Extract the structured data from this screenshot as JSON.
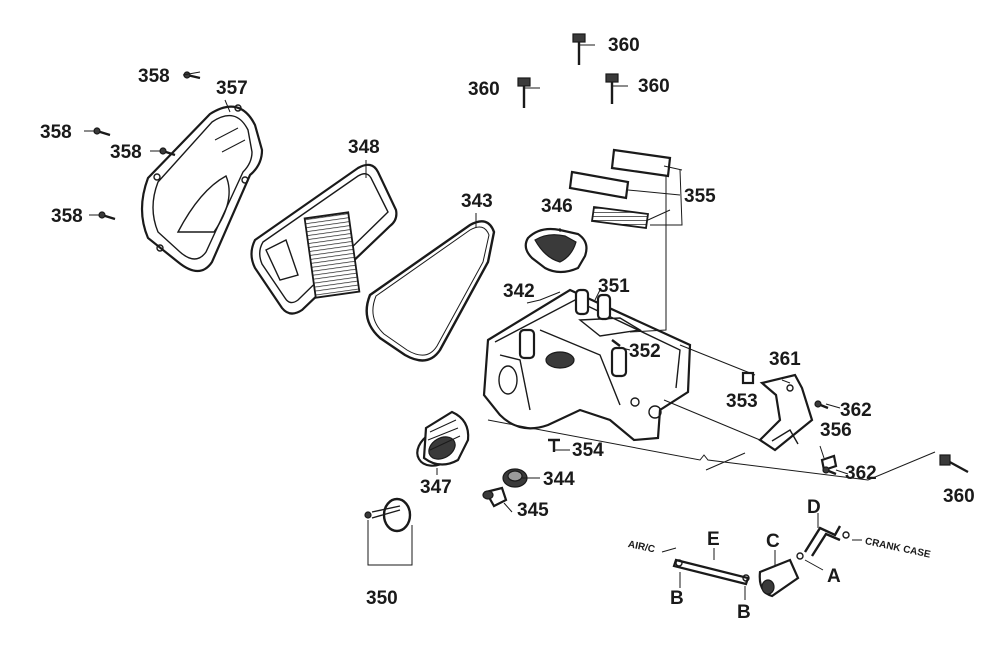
{
  "diagram": {
    "part_numbers": {
      "p342": "342",
      "p343": "343",
      "p344": "344",
      "p345": "345",
      "p346": "346",
      "p347": "347",
      "p348": "348",
      "p350": "350",
      "p351": "351",
      "p352": "352",
      "p353": "353",
      "p354": "354",
      "p355": "355",
      "p356": "356",
      "p357": "357",
      "p358a": "358",
      "p358b": "358",
      "p358c": "358",
      "p358d": "358",
      "p360a": "360",
      "p360b": "360",
      "p360c": "360",
      "p360d": "360",
      "p361": "361",
      "p362a": "362",
      "p362b": "362"
    },
    "letters": {
      "a": "A",
      "b1": "B",
      "b2": "B",
      "c": "C",
      "d": "D",
      "e": "E"
    },
    "notes": {
      "air_c": "AIR/C",
      "crank_case": "CRANK CASE"
    }
  }
}
